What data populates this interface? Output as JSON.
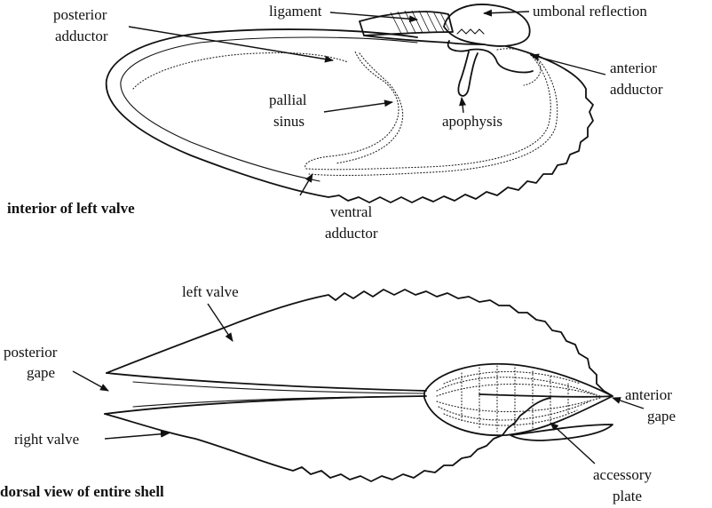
{
  "labels": {
    "posterior_adductor": [
      "posterior",
      "adductor"
    ],
    "ligament": "ligament",
    "umbonal_reflection": "umbonal reflection",
    "anterior_adductor": [
      "anterior",
      "adductor"
    ],
    "pallial_sinus": [
      "pallial",
      "sinus"
    ],
    "apophysis": "apophysis",
    "ventral_adductor": [
      "ventral",
      "adductor"
    ],
    "left_valve": "left valve",
    "posterior_gape": [
      "posterior",
      "gape"
    ],
    "right_valve": "right valve",
    "anterior_gape": [
      "anterior",
      "gape"
    ],
    "accessory_plate": [
      "accessory",
      "plate"
    ]
  },
  "captions": {
    "interior": "interior of left valve",
    "dorsal": "dorsal view of entire shell"
  }
}
